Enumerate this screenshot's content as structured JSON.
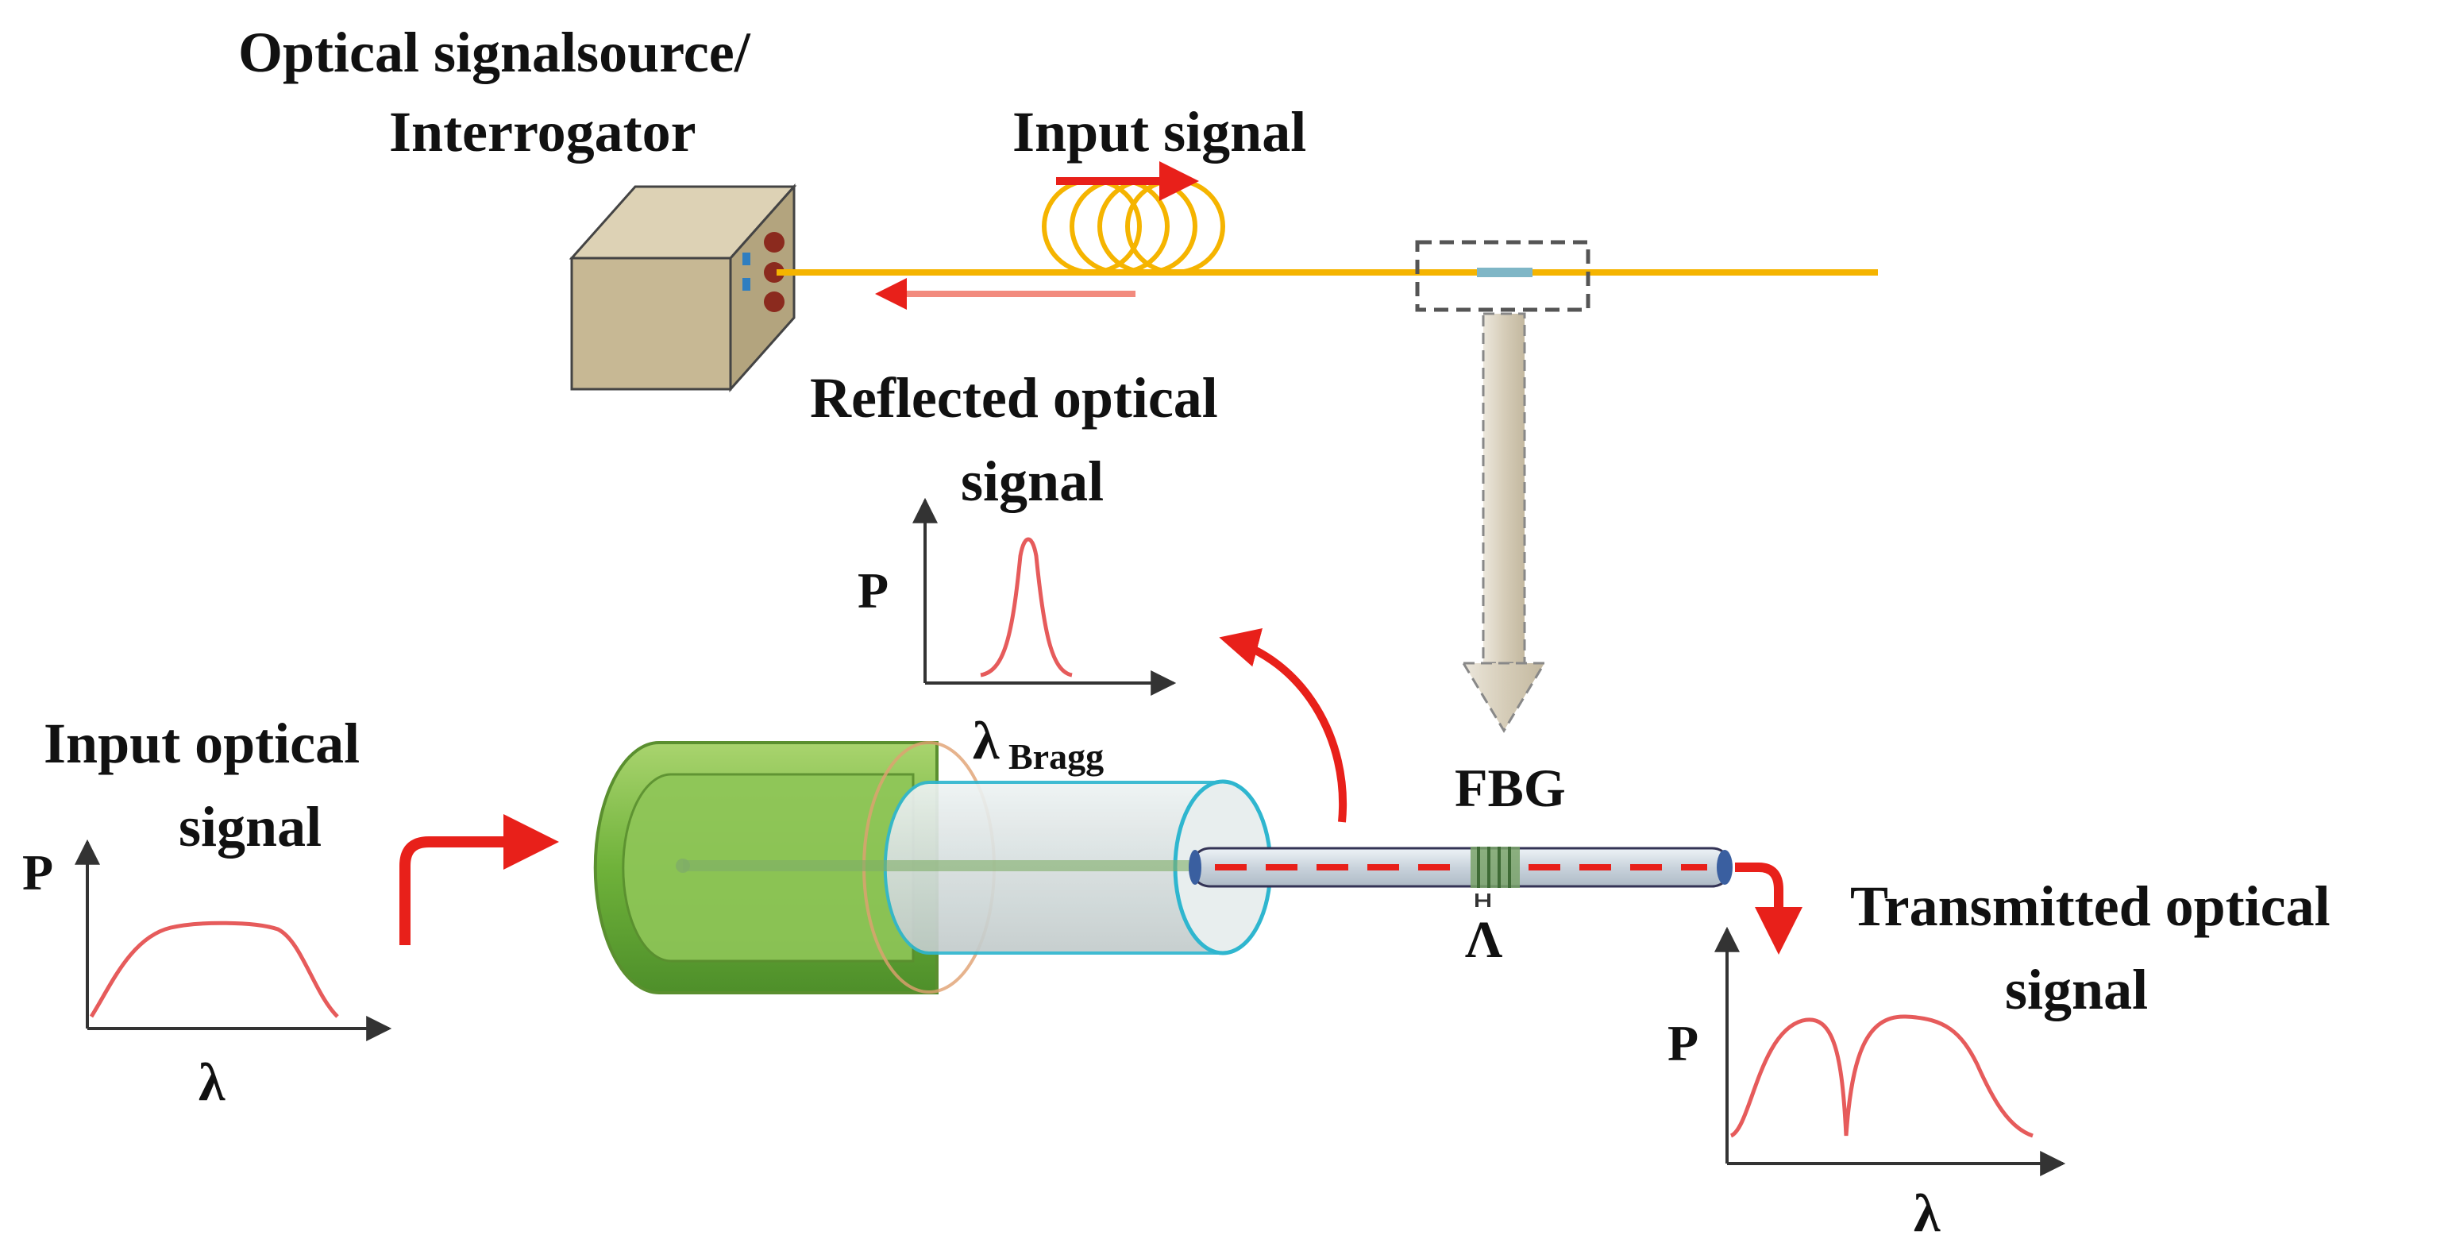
{
  "labels": {
    "source_line1": "Optical signalsource/",
    "source_line2": "Interrogator",
    "input_signal": "Input signal",
    "reflected_line1": "Reflected optical",
    "reflected_line2": "signal",
    "input_optical_line1": "Input optical",
    "input_optical_line2": "signal",
    "fbg": "FBG",
    "period": "Λ",
    "transmitted_line1": "Transmitted optical",
    "transmitted_line2": "signal"
  },
  "axes": {
    "power": "P",
    "wavelength": "λ",
    "lambda_main": "λ",
    "bragg_sub": "Bragg"
  },
  "colors": {
    "fiber": "#f5b400",
    "signal_red": "#e8201a",
    "spectrum": "#e65b5b",
    "box_face": "#c7b894",
    "cylinder_green": "#7dbb45",
    "cylinder_cyan": "#2fb6cf",
    "probe": "#d9d2c2"
  }
}
